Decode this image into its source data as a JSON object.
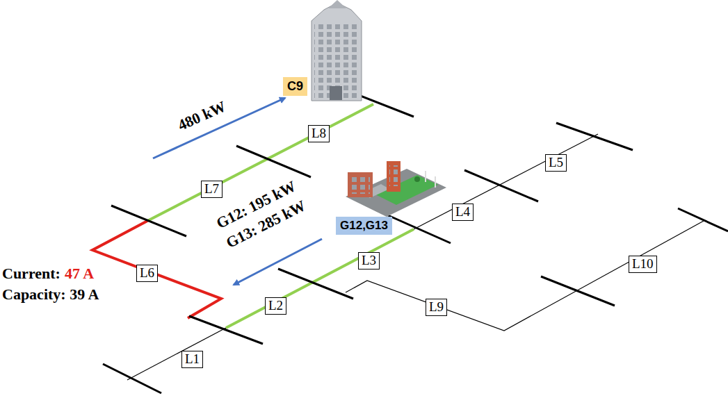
{
  "diagram": {
    "nodes": [
      {
        "text": [
          "C9"
        ]
      },
      {
        "text": [
          "L8"
        ]
      },
      {
        "text": [
          "L5"
        ]
      },
      {
        "text": [
          "L7"
        ]
      },
      {
        "text": [
          "L4"
        ]
      },
      {
        "text": [
          "G12,G13"
        ]
      },
      {
        "text": [
          "L3"
        ]
      },
      {
        "text": [
          "L6"
        ]
      },
      {
        "text": [
          "L10"
        ]
      },
      {
        "text": [
          "L2"
        ]
      },
      {
        "text": [
          "L9"
        ]
      },
      {
        "text": [
          "L1"
        ]
      }
    ],
    "labels": [
      "480 kW",
      "G12: 195 kW",
      "G13: 285 kW",
      "Current:",
      "47 A",
      "Capacity: 39 A"
    ]
  }
}
